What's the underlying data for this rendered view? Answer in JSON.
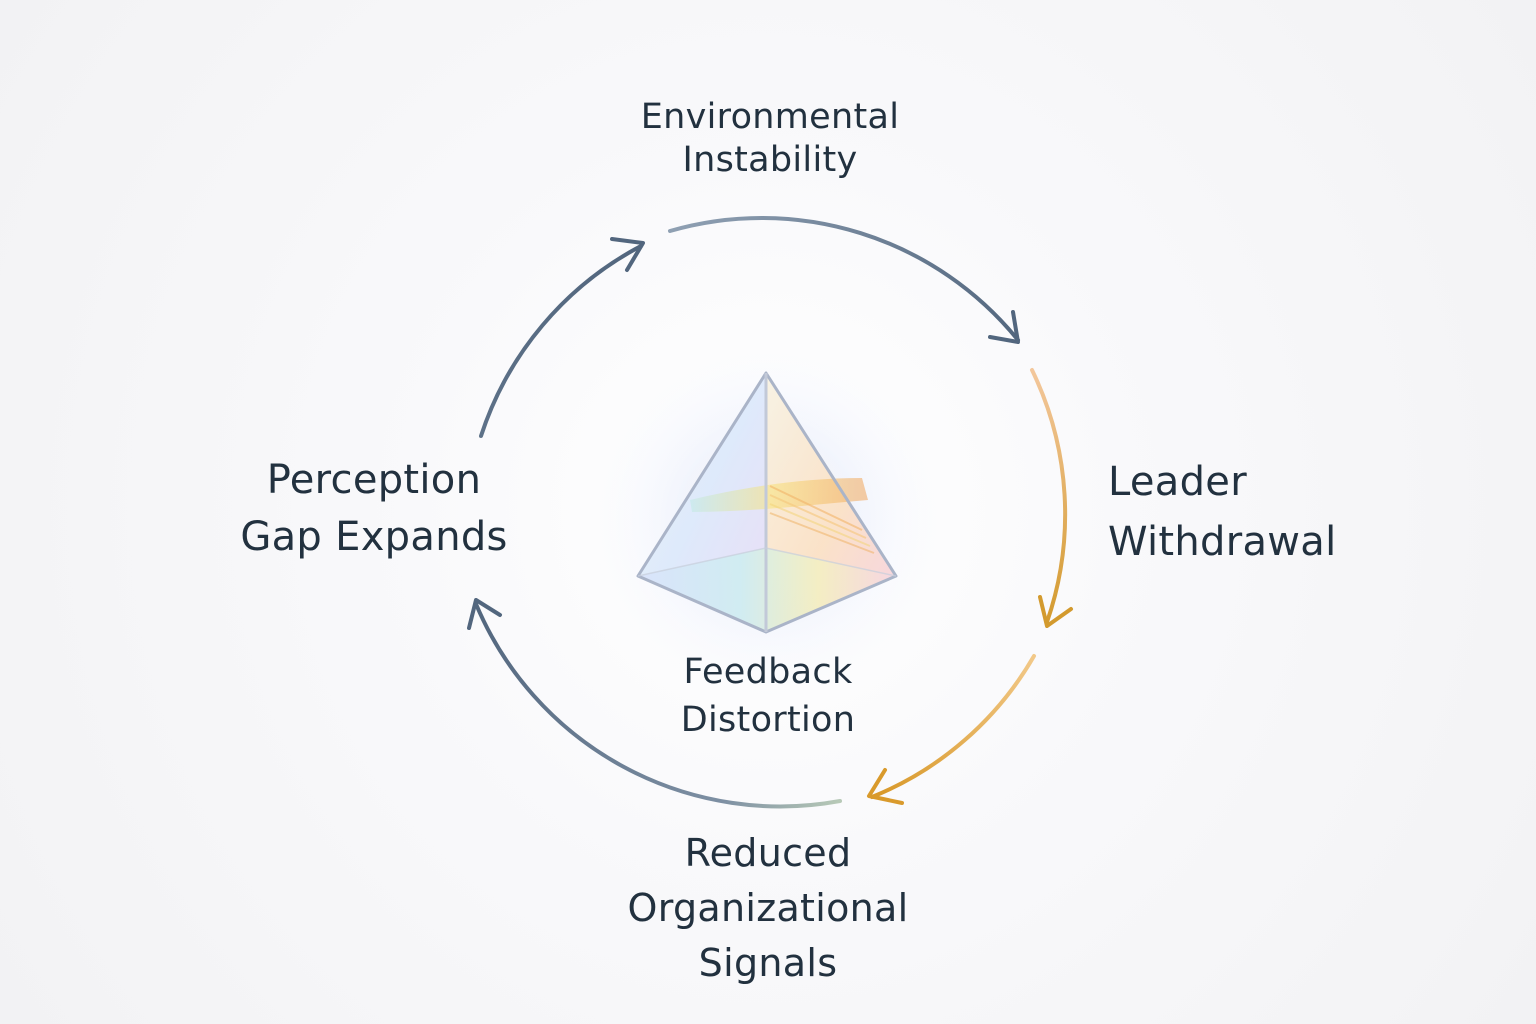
{
  "diagram": {
    "nodes": {
      "top": {
        "lines": [
          "Environmental",
          "Instability"
        ]
      },
      "right": {
        "lines": [
          "Leader",
          "Withdrawal"
        ]
      },
      "bottom": {
        "lines": [
          "Reduced",
          "Organizational",
          "Signals"
        ]
      },
      "left": {
        "lines": [
          "Perception",
          "Gap Expands"
        ]
      }
    },
    "center": {
      "lines": [
        "Feedback",
        "Distortion"
      ],
      "icon": "prism-icon"
    },
    "colors": {
      "slate_arrow": "#5b6f86",
      "gold_arrow": "#d9a23e",
      "text": "#22313f",
      "background": "#f7f7f8"
    }
  }
}
